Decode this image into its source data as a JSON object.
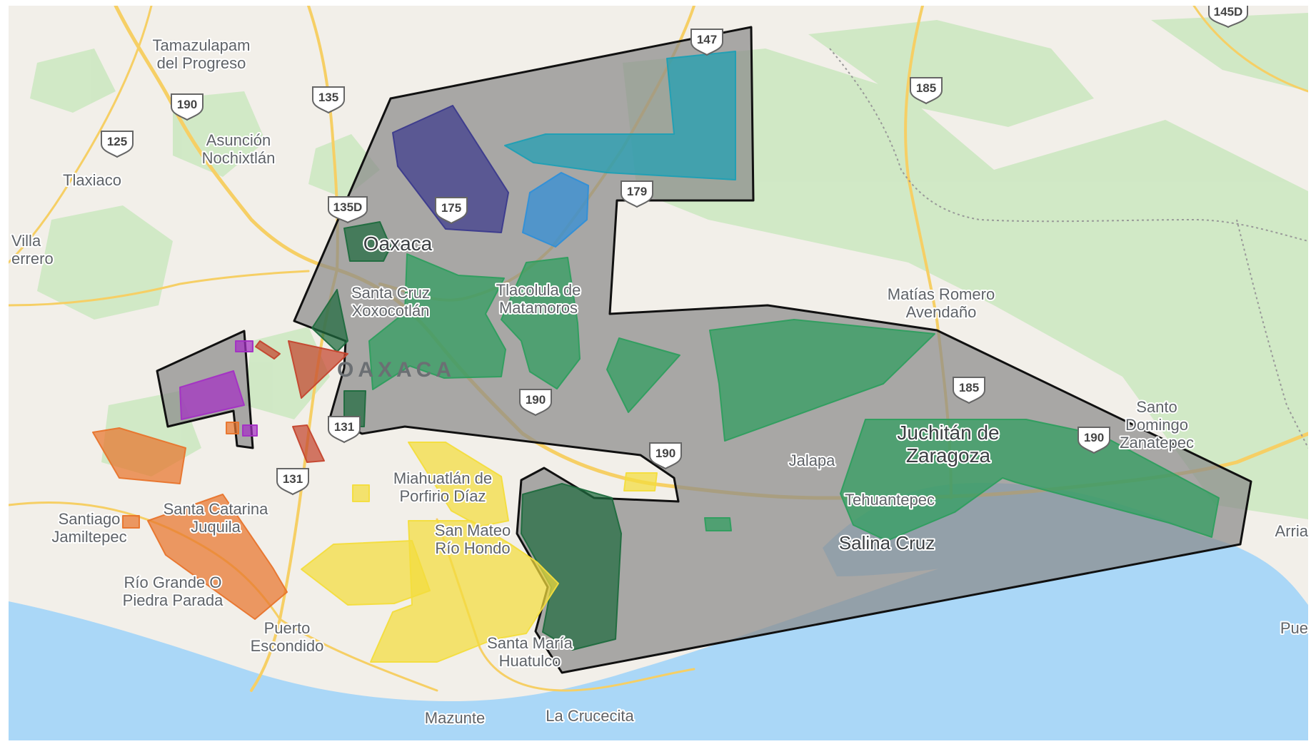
{
  "map": {
    "region": "OAXACA",
    "colors": {
      "land": "#f2efe9",
      "forest": "#cfe8c4",
      "water": "#aad7f7",
      "road": "#f6cf65",
      "outline": "#111111",
      "gray_zone": "#8a8a8a",
      "green_zone": "#2e9e5e",
      "dark_green_zone": "#1f6b3e",
      "navy_zone": "#3b3a8c",
      "teal_zone": "#1f9fb4",
      "blue_zone": "#2f8fd8",
      "purple_zone": "#a32fc4",
      "orange_zone": "#e8742c",
      "red_zone": "#c4452e",
      "yellow_zone": "#f3dd3d"
    },
    "places": [
      {
        "id": "tamazulapam",
        "text": [
          "Tamazulapam",
          "del Progreso"
        ]
      },
      {
        "id": "asuncion",
        "text": [
          "Asunción",
          "Nochixtlán"
        ]
      },
      {
        "id": "tlaxiaco",
        "text": [
          "Tlaxiaco"
        ]
      },
      {
        "id": "villa",
        "text": [
          "Villa",
          "errero"
        ]
      },
      {
        "id": "oaxaca",
        "text": [
          "Oaxaca"
        ]
      },
      {
        "id": "santa_cruz",
        "text": [
          "Santa Cruz",
          "Xoxocotlán"
        ]
      },
      {
        "id": "tlacolula",
        "text": [
          "Tlacolula de",
          "Matamoros"
        ]
      },
      {
        "id": "matias",
        "text": [
          "Matías Romero",
          "Avendaño"
        ]
      },
      {
        "id": "miahuatlan",
        "text": [
          "Miahuatlán de",
          "Porfirio Díaz"
        ]
      },
      {
        "id": "san_mateo",
        "text": [
          "San Mateo",
          "Río Hondo"
        ]
      },
      {
        "id": "santiago",
        "text": [
          "Santiago",
          "Jamiltepec"
        ]
      },
      {
        "id": "santa_catarina",
        "text": [
          "Santa Catarina",
          "Juquila"
        ]
      },
      {
        "id": "rio_grande",
        "text": [
          "Río Grande O",
          "Piedra Parada"
        ]
      },
      {
        "id": "puerto",
        "text": [
          "Puerto",
          "Escondido"
        ]
      },
      {
        "id": "santa_maria",
        "text": [
          "Santa María",
          "Huatulco"
        ]
      },
      {
        "id": "mazunte",
        "text": [
          "Mazunte"
        ]
      },
      {
        "id": "la_crucecita",
        "text": [
          "La Crucecita"
        ]
      },
      {
        "id": "jalapa",
        "text": [
          "Jalapa"
        ]
      },
      {
        "id": "juchitan",
        "text": [
          "Juchitán de",
          "Zaragoza"
        ]
      },
      {
        "id": "tehuantepec",
        "text": [
          "Tehuantepec"
        ]
      },
      {
        "id": "salina_cruz",
        "text": [
          "Salina Cruz"
        ]
      },
      {
        "id": "santo_domingo",
        "text": [
          "Santo",
          "Domingo",
          "Zanatepec"
        ]
      },
      {
        "id": "arria",
        "text": [
          "Arria"
        ]
      },
      {
        "id": "pue",
        "text": [
          "Pue"
        ]
      }
    ],
    "highways": [
      "147",
      "185",
      "135",
      "190",
      "125",
      "135D",
      "175",
      "179",
      "190",
      "185",
      "190",
      "131",
      "131",
      "190",
      "145D"
    ],
    "zones": [
      {
        "id": "main",
        "color": "gray_zone"
      },
      {
        "id": "west-small",
        "color": "gray_zone"
      },
      {
        "id": "z1",
        "color": "navy_zone"
      },
      {
        "id": "z2",
        "color": "teal_zone"
      },
      {
        "id": "z3",
        "color": "blue_zone"
      },
      {
        "id": "z4",
        "color": "green_zone"
      },
      {
        "id": "z5",
        "color": "green_zone"
      },
      {
        "id": "z6",
        "color": "green_zone"
      },
      {
        "id": "z7",
        "color": "green_zone"
      },
      {
        "id": "z8",
        "color": "green_zone"
      },
      {
        "id": "z9",
        "color": "green_zone"
      },
      {
        "id": "z10",
        "color": "dark_green_zone"
      },
      {
        "id": "z11",
        "color": "dark_green_zone"
      },
      {
        "id": "z12",
        "color": "dark_green_zone"
      },
      {
        "id": "z13",
        "color": "dark_green_zone"
      },
      {
        "id": "z14",
        "color": "purple_zone"
      },
      {
        "id": "z15",
        "color": "orange_zone"
      },
      {
        "id": "z16",
        "color": "orange_zone"
      },
      {
        "id": "z17",
        "color": "red_zone"
      },
      {
        "id": "z18",
        "color": "yellow_zone"
      },
      {
        "id": "z19",
        "color": "yellow_zone"
      },
      {
        "id": "z20",
        "color": "yellow_zone"
      }
    ]
  }
}
